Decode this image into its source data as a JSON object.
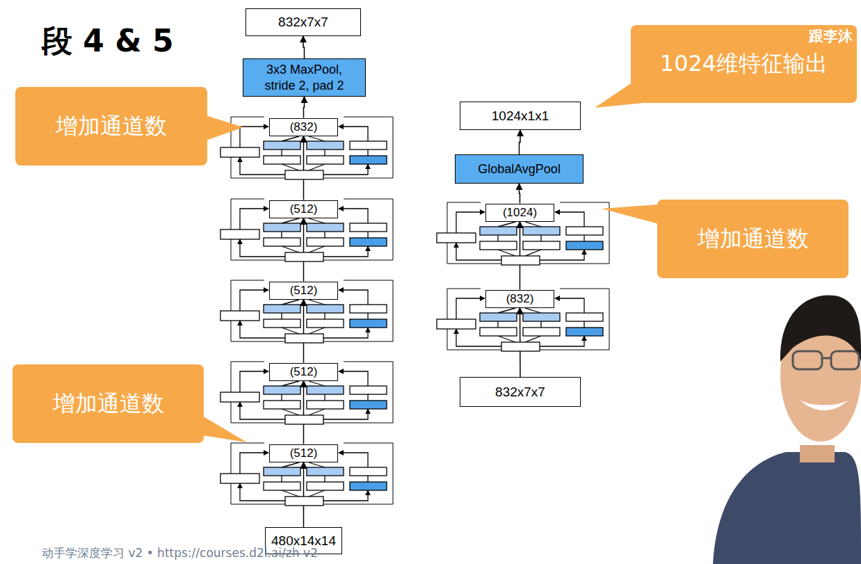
{
  "diagram": {
    "title": "段 4 & 5",
    "nodes": [
      {
        "text": [
          "832x7x7"
        ]
      },
      {
        "text": [
          "3x3 MaxPool, stride 2, pad 2"
        ]
      },
      {
        "text": [
          "(832)"
        ]
      },
      {
        "text": [
          "(512)"
        ]
      },
      {
        "text": [
          "(512)"
        ]
      },
      {
        "text": [
          "(512)"
        ]
      },
      {
        "text": [
          "(512)"
        ]
      },
      {
        "text": [
          "480x14x14"
        ]
      },
      {
        "text": [
          "1024x1x1"
        ]
      },
      {
        "text": [
          "GlobalAvgPool"
        ]
      },
      {
        "text": [
          "(1024)"
        ]
      },
      {
        "text": [
          "(832)"
        ]
      },
      {
        "text": [
          "832x7x7"
        ]
      },
      {
        "text": [
          "增加通道数"
        ]
      },
      {
        "text": [
          "增加通道数"
        ]
      },
      {
        "text": [
          "1024维特征输出"
        ]
      },
      {
        "text": [
          "增加通道数"
        ]
      }
    ],
    "edges": [
      {
        "from": 7,
        "to": 6,
        "arrow": "to"
      },
      {
        "from": 6,
        "to": 5,
        "arrow": "to"
      },
      {
        "from": 5,
        "to": 4,
        "arrow": "to"
      },
      {
        "from": 4,
        "to": 3,
        "arrow": "to"
      },
      {
        "from": 3,
        "to": 2,
        "arrow": "to"
      },
      {
        "from": 2,
        "to": 1,
        "arrow": "to"
      },
      {
        "from": 1,
        "to": 0,
        "arrow": "to"
      },
      {
        "from": 12,
        "to": 11,
        "arrow": "to"
      },
      {
        "from": 11,
        "to": 10,
        "arrow": "to"
      },
      {
        "from": 10,
        "to": 9,
        "arrow": "to"
      },
      {
        "from": 9,
        "to": 8,
        "arrow": "to"
      }
    ],
    "labels": [
      "跟李沐",
      "动手学深度学习 v2 • https://courses.d2l.ai/zh-v2"
    ]
  }
}
